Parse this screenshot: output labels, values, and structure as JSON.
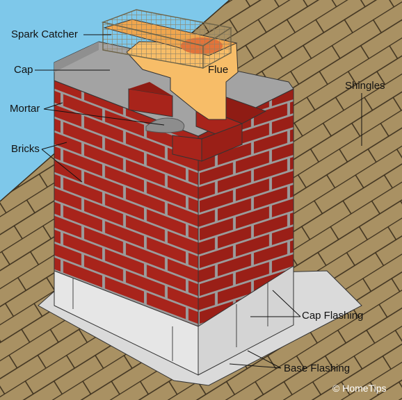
{
  "labels": {
    "spark_catcher": "Spark Catcher",
    "cap": "Cap",
    "mortar": "Mortar",
    "bricks": "Bricks",
    "flue": "Flue",
    "shingles": "Shingles",
    "cap_flashing": "Cap Flashing",
    "base_flashing": "Base Flashing"
  },
  "credit": "© HomeTips",
  "colors": {
    "sky": "#7ec8ea",
    "shingle": "#a99163",
    "shingle_line": "#3a2e1c",
    "brick_front": "#a8241b",
    "brick_side": "#9a1f17",
    "mortar": "#9b9b9b",
    "cap": "#a3a3a3",
    "flue": "#f7bd68",
    "flashing": "#e3e3e3",
    "spark_catcher_mesh": "#9a8a6a"
  }
}
